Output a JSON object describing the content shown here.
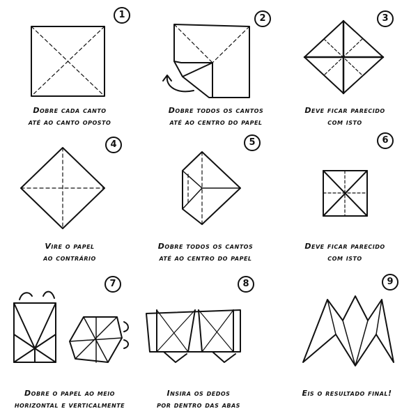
{
  "steps": [
    {
      "number": "1",
      "line1": "Dobre cada canto",
      "line2": "até ao canto oposto"
    },
    {
      "number": "2",
      "line1": "Dobre todos os cantos",
      "line2": "até ao centro do papel"
    },
    {
      "number": "3",
      "line1": "Deve ficar parecido",
      "line2": "com isto"
    },
    {
      "number": "4",
      "line1": "Vire o papel",
      "line2": "ao contrário"
    },
    {
      "number": "5",
      "line1": "Dobre todos os cantos",
      "line2": "até ao centro do papel"
    },
    {
      "number": "6",
      "line1": "Deve ficar parecido",
      "line2": "com isto"
    },
    {
      "number": "7",
      "line1": "Dobre o papel ao meio",
      "line2": "horizontal e verticalmente"
    },
    {
      "number": "8",
      "line1": "Insira os dedos",
      "line2": "por dentro das abas"
    },
    {
      "number": "9",
      "line1": "Eis o resultado final!",
      "line2": ""
    }
  ]
}
